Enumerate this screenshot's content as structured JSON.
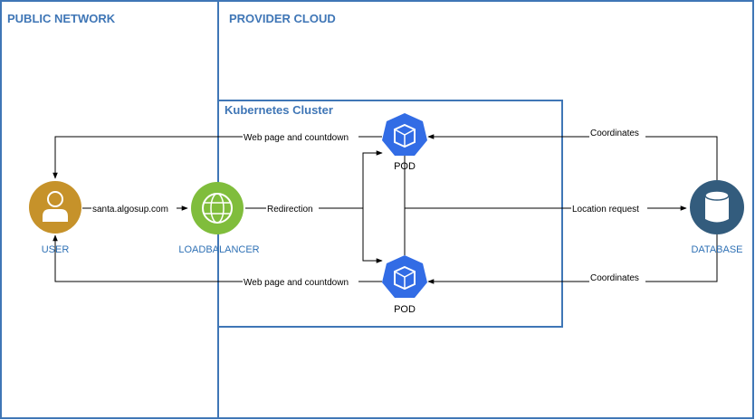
{
  "zones": {
    "public": "PUBLIC NETWORK",
    "provider": "PROVIDER CLOUD",
    "cluster": "Kubernetes Cluster"
  },
  "nodes": {
    "user": "USER",
    "loadbalancer": "LOADBALANCER",
    "pod_top": "POD",
    "pod_bottom": "POD",
    "database": "DATABASE"
  },
  "edges": {
    "web_page_top": "Web page and countdown",
    "web_page_bottom": "Web page and countdown",
    "url": "santa.algosup.com",
    "redirection": "Redirection",
    "coordinates_top": "Coordinates",
    "coordinates_bottom": "Coordinates",
    "location_request": "Location request"
  },
  "colors": {
    "zone_border": "#3f76b6",
    "user": "#c6922a",
    "loadbalancer": "#80bd3c",
    "pod": "#326ce5",
    "database": "#335c7d"
  }
}
